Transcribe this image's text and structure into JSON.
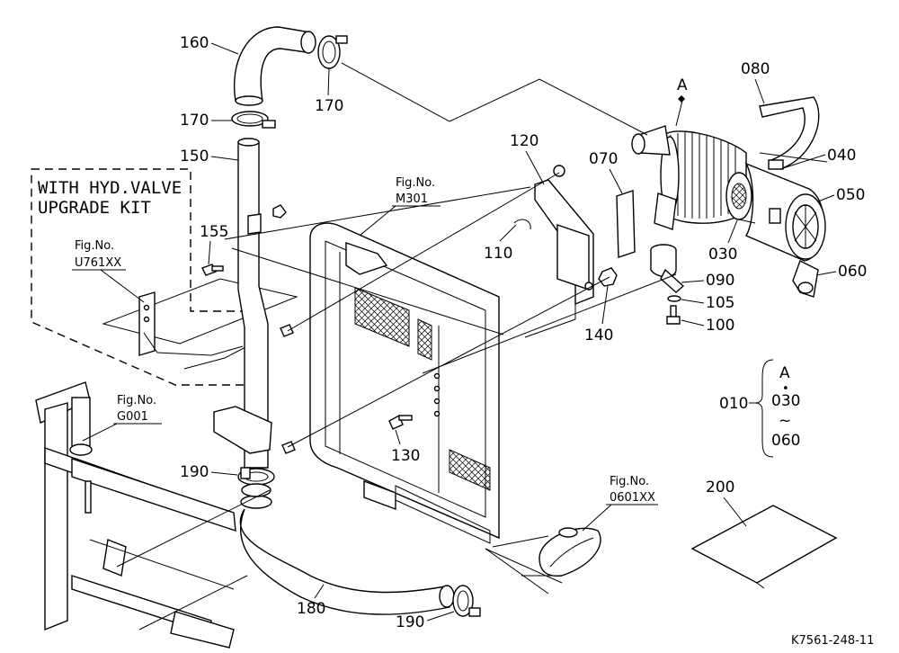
{
  "diagram": {
    "kit_note_line1": "WITH HYD.VALVE",
    "kit_note_line2": "UPGRADE KIT",
    "drawing_code": "K7561-248-11",
    "marker": "A",
    "fig_refs": [
      {
        "label": "Fig.No.",
        "number": "U761XX"
      },
      {
        "label": "Fig.No.",
        "number": "M301"
      },
      {
        "label": "Fig.No.",
        "number": "G001"
      },
      {
        "label": "Fig.No.",
        "number": "0601XX"
      }
    ],
    "callouts": [
      "160",
      "170",
      "170",
      "150",
      "155",
      "120",
      "070",
      "080",
      "040",
      "050",
      "110",
      "030",
      "060",
      "090",
      "105",
      "100",
      "140",
      "130",
      "190",
      "180",
      "190",
      "200"
    ],
    "assembly_note": {
      "code": "010",
      "marker": "A",
      "dot": "•",
      "from": "030",
      "tilde": "~",
      "to": "060"
    }
  }
}
